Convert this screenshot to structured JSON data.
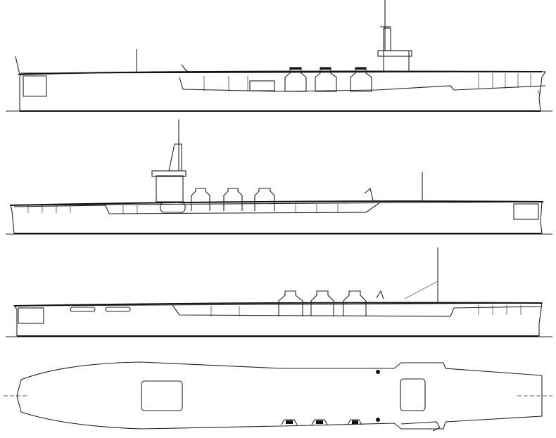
{
  "drawing": {
    "views": [
      "starboard-profile-upper",
      "port-profile",
      "starboard-profile-lower",
      "flight-deck-plan"
    ],
    "colors": {
      "line": "#222222",
      "background": "#ffffff"
    }
  }
}
